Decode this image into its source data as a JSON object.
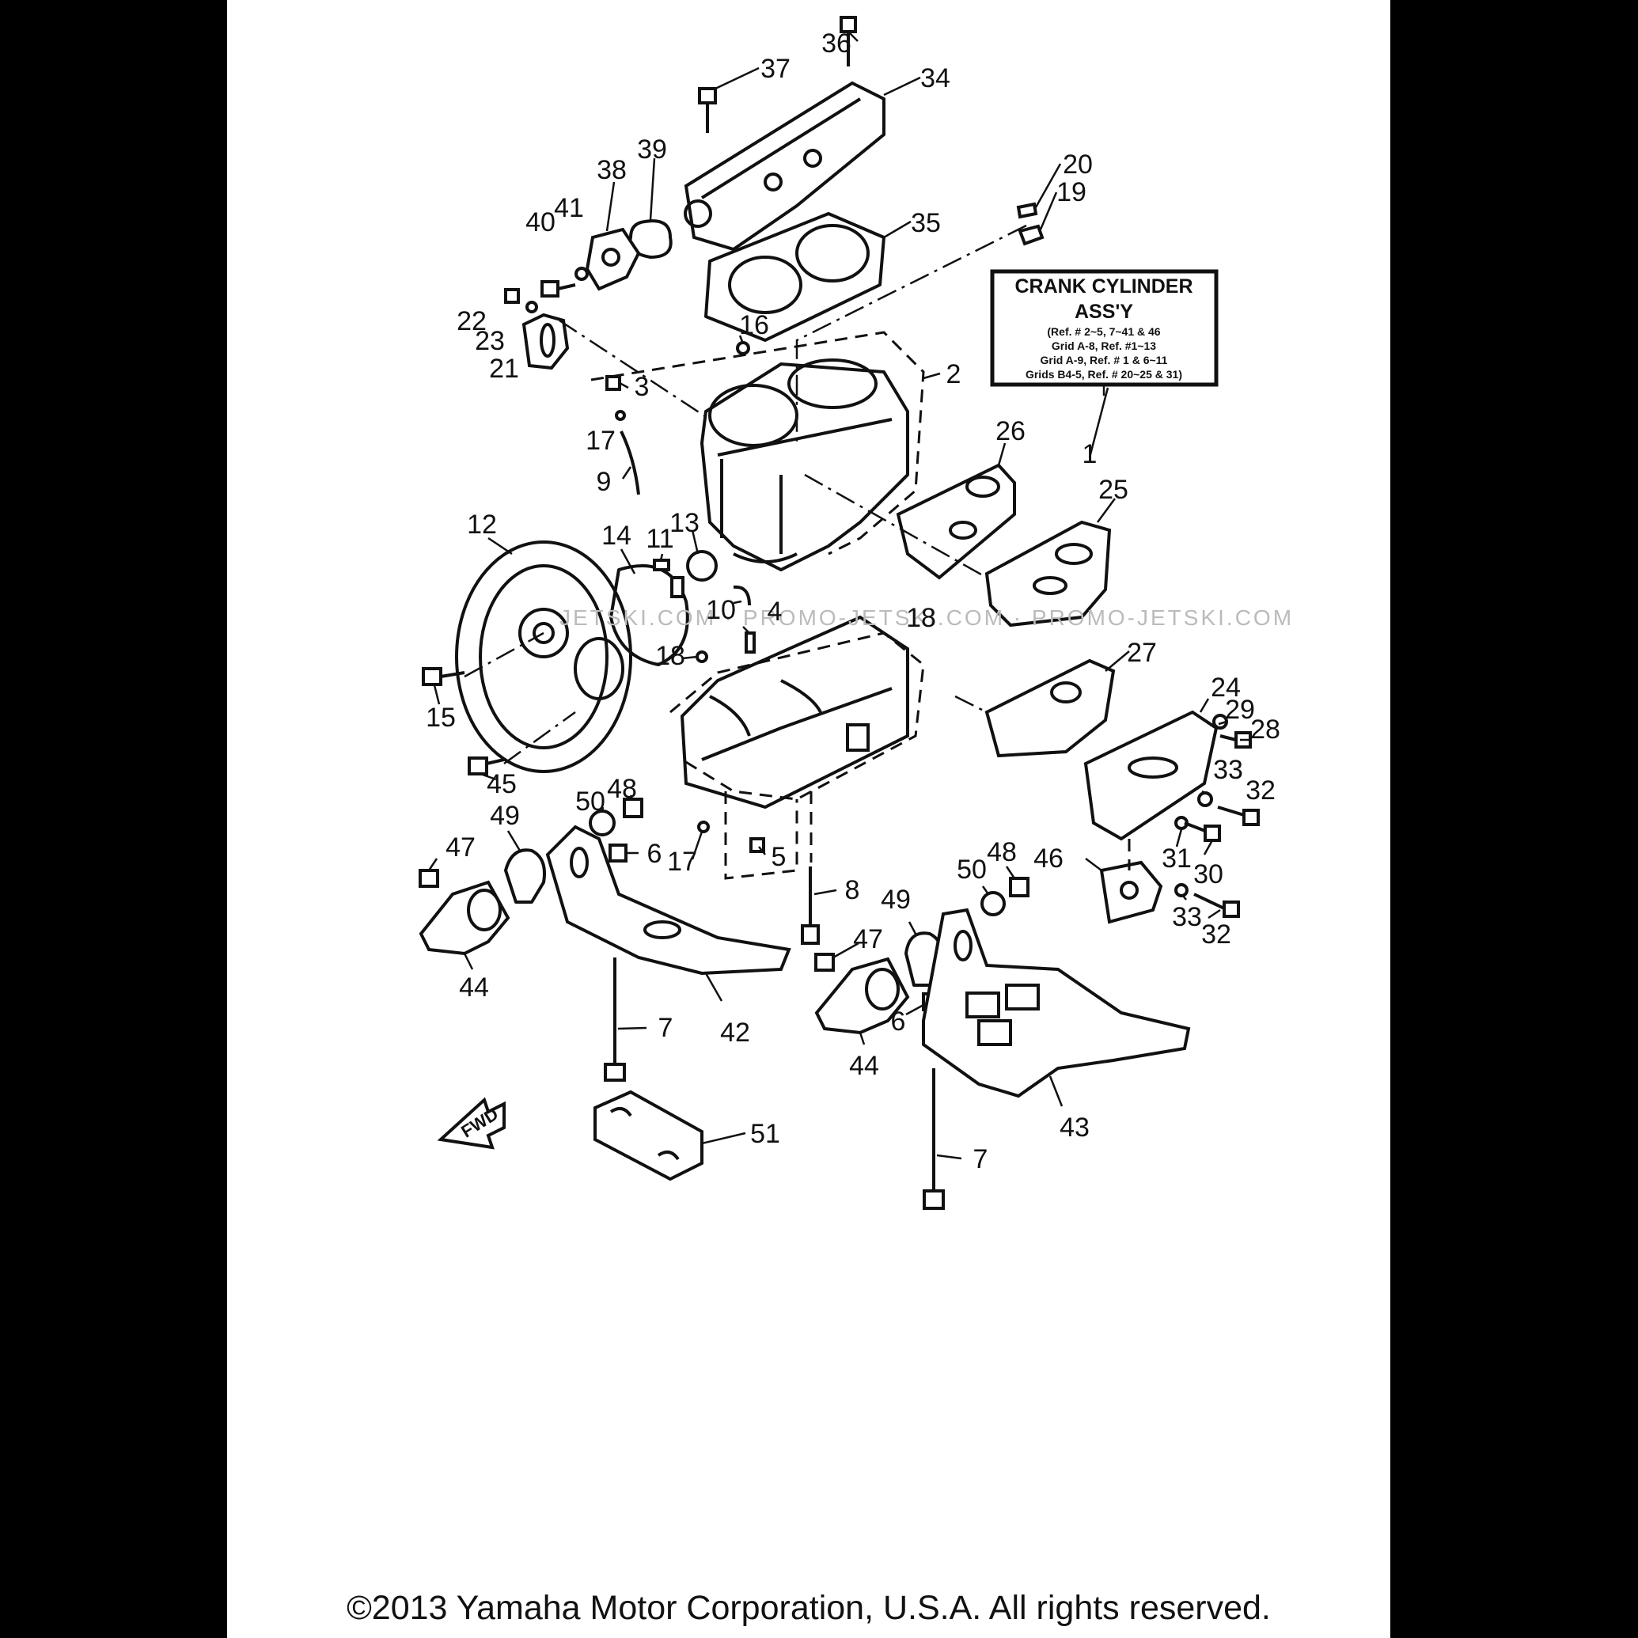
{
  "assy_box": {
    "title_line1": "CRANK CYLINDER",
    "title_line2": "ASS'Y",
    "notes": [
      "(Ref. # 2~5, 7~41 & 46",
      "Grid A-8, Ref. #1~13",
      "Grid A-9, Ref. # 1 & 6~11",
      "Grids B4-5, Ref. # 20~25 & 31)"
    ]
  },
  "fwd_label": "FWD",
  "watermark": "JETSKI.COM · PROMO-JETSKI.COM · PROMO-JETSKI.COM",
  "copyright": "©2013 Yamaha Motor Corporation, U.S.A. All rights reserved.",
  "callouts": [
    {
      "id": "c36",
      "text": "36"
    },
    {
      "id": "c37",
      "text": "37"
    },
    {
      "id": "c34",
      "text": "34"
    },
    {
      "id": "c39",
      "text": "39"
    },
    {
      "id": "c38",
      "text": "38"
    },
    {
      "id": "c41",
      "text": "41"
    },
    {
      "id": "c40",
      "text": "40"
    },
    {
      "id": "c20",
      "text": "20"
    },
    {
      "id": "c19",
      "text": "19"
    },
    {
      "id": "c35",
      "text": "35"
    },
    {
      "id": "c22",
      "text": "22"
    },
    {
      "id": "c23",
      "text": "23"
    },
    {
      "id": "c21",
      "text": "21"
    },
    {
      "id": "c16",
      "text": "16"
    },
    {
      "id": "c2",
      "text": "2"
    },
    {
      "id": "c3",
      "text": "3"
    },
    {
      "id": "c17a",
      "text": "17"
    },
    {
      "id": "c9",
      "text": "9"
    },
    {
      "id": "c26",
      "text": "26"
    },
    {
      "id": "c1",
      "text": "1"
    },
    {
      "id": "c25",
      "text": "25"
    },
    {
      "id": "c12",
      "text": "12"
    },
    {
      "id": "c14",
      "text": "14"
    },
    {
      "id": "c11",
      "text": "11"
    },
    {
      "id": "c13",
      "text": "13"
    },
    {
      "id": "c10",
      "text": "10"
    },
    {
      "id": "c4",
      "text": "4"
    },
    {
      "id": "c18a",
      "text": "18"
    },
    {
      "id": "c18b",
      "text": "18"
    },
    {
      "id": "c27",
      "text": "27"
    },
    {
      "id": "c15",
      "text": "15"
    },
    {
      "id": "c24",
      "text": "24"
    },
    {
      "id": "c29",
      "text": "29"
    },
    {
      "id": "c28",
      "text": "28"
    },
    {
      "id": "c45",
      "text": "45"
    },
    {
      "id": "c48a",
      "text": "48"
    },
    {
      "id": "c33a",
      "text": "33"
    },
    {
      "id": "c32a",
      "text": "32"
    },
    {
      "id": "c50a",
      "text": "50"
    },
    {
      "id": "c49a",
      "text": "49"
    },
    {
      "id": "c47a",
      "text": "47"
    },
    {
      "id": "c6a",
      "text": "6"
    },
    {
      "id": "c17b",
      "text": "17"
    },
    {
      "id": "c5",
      "text": "5"
    },
    {
      "id": "c31",
      "text": "31"
    },
    {
      "id": "c30",
      "text": "30"
    },
    {
      "id": "c48b",
      "text": "48"
    },
    {
      "id": "c50b",
      "text": "50"
    },
    {
      "id": "c46",
      "text": "46"
    },
    {
      "id": "c8",
      "text": "8"
    },
    {
      "id": "c49b",
      "text": "49"
    },
    {
      "id": "c33b",
      "text": "33"
    },
    {
      "id": "c32b",
      "text": "32"
    },
    {
      "id": "c47b",
      "text": "47"
    },
    {
      "id": "c44a",
      "text": "44"
    },
    {
      "id": "c42",
      "text": "42"
    },
    {
      "id": "c7a",
      "text": "7"
    },
    {
      "id": "c6b",
      "text": "6"
    },
    {
      "id": "c44b",
      "text": "44"
    },
    {
      "id": "c43",
      "text": "43"
    },
    {
      "id": "c51",
      "text": "51"
    },
    {
      "id": "c7b",
      "text": "7"
    }
  ]
}
